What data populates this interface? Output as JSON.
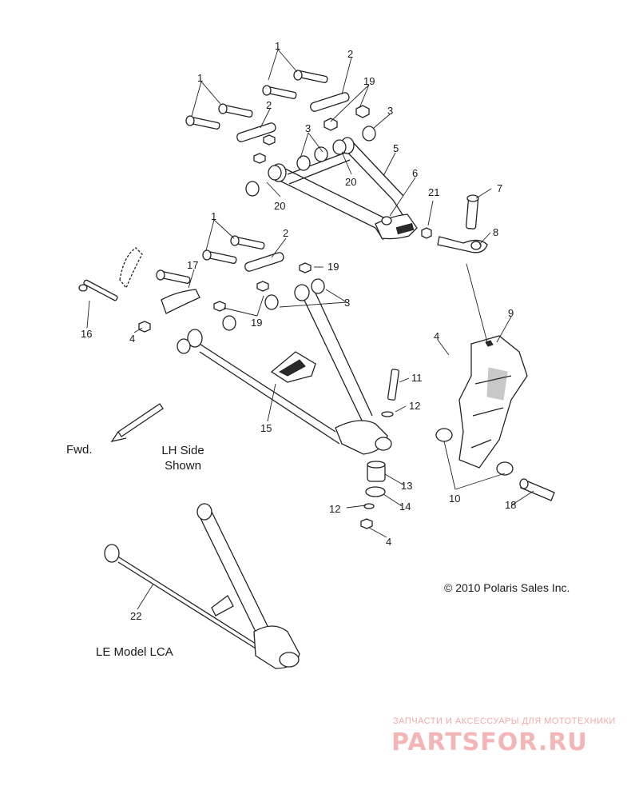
{
  "diagram": {
    "callouts": [
      {
        "id": "c1a",
        "text": "1"
      },
      {
        "id": "c1b",
        "text": "1"
      },
      {
        "id": "c1c",
        "text": "1"
      },
      {
        "id": "c2a",
        "text": "2"
      },
      {
        "id": "c2b",
        "text": "2"
      },
      {
        "id": "c2c",
        "text": "2"
      },
      {
        "id": "c3a",
        "text": "3"
      },
      {
        "id": "c3b",
        "text": "3"
      },
      {
        "id": "c3c",
        "text": "3"
      },
      {
        "id": "c4a",
        "text": "4"
      },
      {
        "id": "c4b",
        "text": "4"
      },
      {
        "id": "c4c",
        "text": "4"
      },
      {
        "id": "c5",
        "text": "5"
      },
      {
        "id": "c6",
        "text": "6"
      },
      {
        "id": "c7",
        "text": "7"
      },
      {
        "id": "c8",
        "text": "8"
      },
      {
        "id": "c9",
        "text": "9"
      },
      {
        "id": "c10",
        "text": "10"
      },
      {
        "id": "c11",
        "text": "11"
      },
      {
        "id": "c12a",
        "text": "12"
      },
      {
        "id": "c12b",
        "text": "12"
      },
      {
        "id": "c13",
        "text": "13"
      },
      {
        "id": "c14",
        "text": "14"
      },
      {
        "id": "c15",
        "text": "15"
      },
      {
        "id": "c16",
        "text": "16"
      },
      {
        "id": "c17",
        "text": "17"
      },
      {
        "id": "c18",
        "text": "18"
      },
      {
        "id": "c19a",
        "text": "19"
      },
      {
        "id": "c19b",
        "text": "19"
      },
      {
        "id": "c19c",
        "text": "19"
      },
      {
        "id": "c20a",
        "text": "20"
      },
      {
        "id": "c20b",
        "text": "20"
      },
      {
        "id": "c21",
        "text": "21"
      },
      {
        "id": "c22",
        "text": "22"
      }
    ],
    "notes": {
      "fwd": "Fwd.",
      "lh_side_line1": "LH Side",
      "lh_side_line2": "Shown",
      "le_model": "LE Model LCA"
    },
    "copyright": "© 2010 Polaris Sales Inc."
  },
  "watermark": {
    "tagline": "ЗАПЧАСТИ И АКСЕССУАРЫ ДЛЯ МОТОТЕХНИКИ",
    "brand": "PARTSFOR.RU",
    "color": "#f0a9a9"
  }
}
